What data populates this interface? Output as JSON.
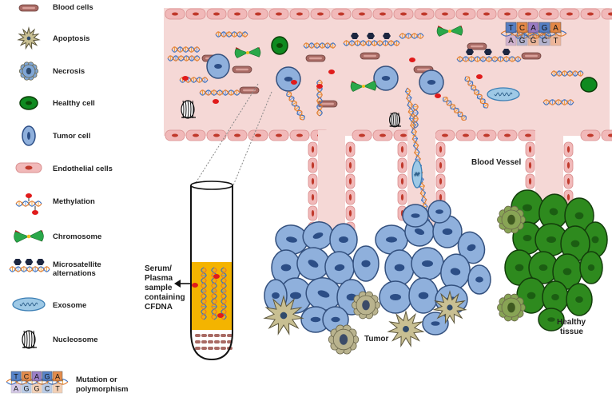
{
  "legend": {
    "items": [
      {
        "key": "blood",
        "label": "Blood cells"
      },
      {
        "key": "apoptosis",
        "label": "Apoptosis"
      },
      {
        "key": "necrosis",
        "label": "Necrosis"
      },
      {
        "key": "healthy",
        "label": "Healthy cell"
      },
      {
        "key": "tumor",
        "label": "Tumor cell"
      },
      {
        "key": "endothelial",
        "label": "Endothelial cells"
      },
      {
        "key": "methylation",
        "label": "Methylation"
      },
      {
        "key": "chromosome",
        "label": "Chromosome"
      },
      {
        "key": "microsatellite",
        "label": "Microsatellite alternations"
      },
      {
        "key": "exosome",
        "label": "Exosome"
      },
      {
        "key": "nucleosome",
        "label": "Nucleosome"
      },
      {
        "key": "mutation",
        "label": "Mutation or polymorphism"
      }
    ],
    "microsatellite_lines": [
      "Microsatellite",
      "alternations"
    ],
    "mutation_lines": [
      "Mutation or",
      "polymorphism"
    ]
  },
  "labels": {
    "blood_vessel": "Blood Vessel",
    "tumor": "Tumor",
    "healthy_tissue_lines": [
      "Healthy",
      "tissue"
    ],
    "sample_lines": [
      "Serum/",
      "Plasma",
      "sample",
      "containing",
      "CFDNA"
    ]
  },
  "mutation_bases": {
    "top": [
      "T",
      "C",
      "A",
      "G",
      "A"
    ],
    "bottom": [
      "A",
      "G",
      "G",
      "C",
      "T"
    ]
  },
  "colors": {
    "vessel": "#f5d8d6",
    "endothelial": "#f1b9b9",
    "blood_cell": "#a86a64",
    "tumor_cell": "#8fb0dc",
    "tumor_nucleus": "#2c4e86",
    "healthy_cell": "#2e8a1e",
    "healthy_dark": "#1b5e12",
    "necrosis": "#b9b38e",
    "apoptosis": "#c8bf92",
    "methyl": "#e01b1b",
    "exosome": "#9ec9e6",
    "serum": "#f4b400"
  },
  "icons": [
    "blood-cell-icon",
    "apoptosis-icon",
    "necrosis-icon",
    "healthy-cell-icon",
    "tumor-cell-icon",
    "endothelial-cell-icon",
    "methylation-icon",
    "chromosome-icon",
    "microsatellite-icon",
    "exosome-icon",
    "nucleosome-icon",
    "mutation-icon"
  ]
}
